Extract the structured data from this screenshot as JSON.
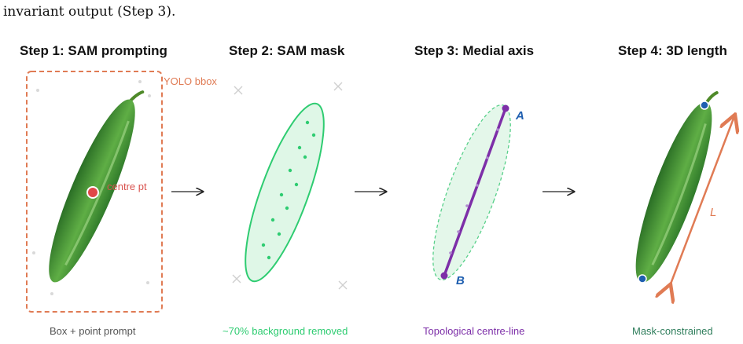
{
  "caption": "invariant output (Step 3).",
  "steps": [
    {
      "title": "Step 1: SAM prompting",
      "subtitle": "Box + point prompt",
      "subtitle_color": "#555555"
    },
    {
      "title": "Step 2: SAM mask",
      "subtitle": "~70% background removed",
      "subtitle_color": "#2ecc71"
    },
    {
      "title": "Step 3: Medial axis",
      "subtitle": "Topological centre-line",
      "subtitle_color": "#7d2fa8"
    },
    {
      "title": "Step 4: 3D length",
      "subtitle": "Mask-constrained",
      "subtitle_color": "#2e7d5b"
    }
  ],
  "labels": {
    "bbox": "YOLO bbox",
    "centre_point": "centre pt",
    "endpoint_a": "A",
    "endpoint_b": "B",
    "length": "L"
  },
  "colors": {
    "bbox": "#e07b54",
    "cucumber_dark": "#2f7a2a",
    "cucumber_light": "#6cbd4f",
    "mask_fill": "#dff7e7",
    "mask_stroke": "#2ecc71",
    "axis": "#7d2fa8",
    "endpoint_text": "#1f5fb0",
    "length_arrow": "#e07b54",
    "centre_point": "#e04848"
  }
}
